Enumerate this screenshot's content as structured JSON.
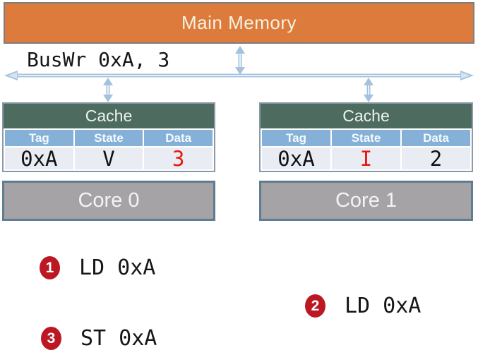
{
  "memory": {
    "label": "Main Memory"
  },
  "bus": {
    "label": "BusWr 0xA, 3"
  },
  "caches": [
    {
      "title": "Cache",
      "columns": [
        "Tag",
        "State",
        "Data"
      ],
      "row": {
        "tag": "0xA",
        "state": "V",
        "data": "3"
      },
      "highlight": "data"
    },
    {
      "title": "Cache",
      "columns": [
        "Tag",
        "State",
        "Data"
      ],
      "row": {
        "tag": "0xA",
        "state": "I",
        "data": "2"
      },
      "highlight": "state"
    }
  ],
  "cores": [
    {
      "label": "Core 0"
    },
    {
      "label": "Core 1"
    }
  ],
  "events": [
    {
      "number": "1",
      "operation": "LD 0xA"
    },
    {
      "number": "2",
      "operation": "LD 0xA"
    },
    {
      "number": "3",
      "operation": "ST 0xA"
    }
  ],
  "colors": {
    "memory_orange": "#dc7b3b",
    "memory_border": "#7e7e7e",
    "bus_blue": "#a4c2de",
    "cache_header_green": "#4d6c5f",
    "cache_border": "#8a9aa9",
    "column_blue": "#85b0d8",
    "value_row_bg": "#e9edf3",
    "core_gray": "#a5a3a5",
    "core_border": "#5f7d92",
    "badge_red": "#bc1823",
    "highlight_red": "#e8150d"
  }
}
